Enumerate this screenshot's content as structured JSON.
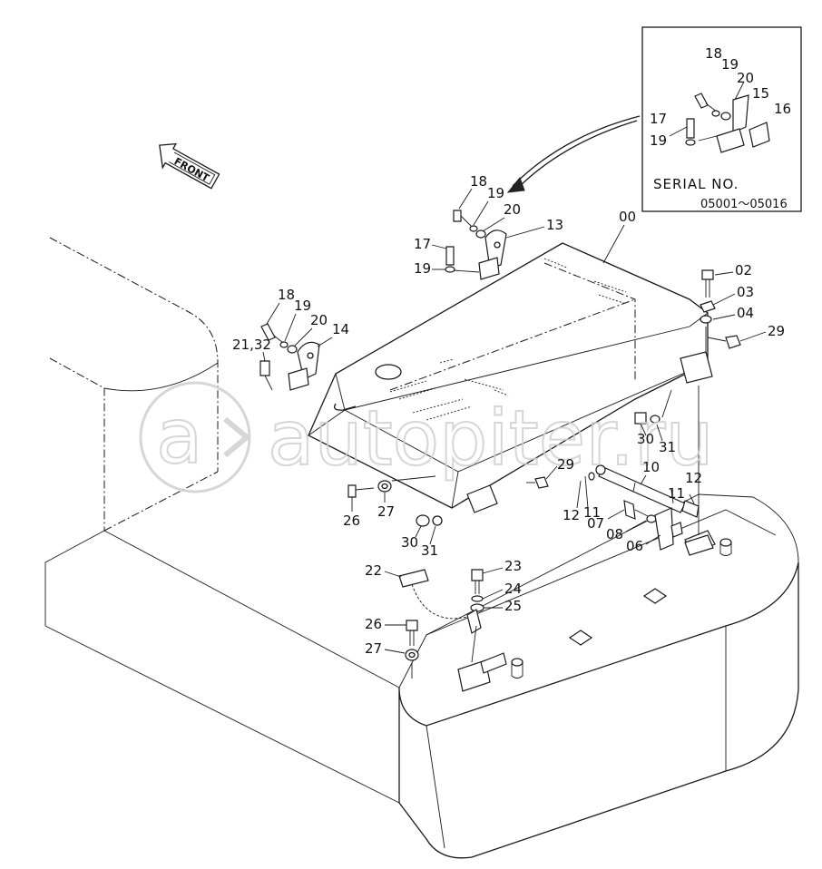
{
  "front_arrow": {
    "label": "FRONT"
  },
  "inset": {
    "serial_label": "SERIAL NO.",
    "serial_range": "05001～05016",
    "labels": [
      "18",
      "19",
      "20",
      "15",
      "16",
      "17",
      "19"
    ]
  },
  "watermark": {
    "text": "autopiter.ru"
  },
  "callouts": {
    "c00": "00",
    "c02": "02",
    "c03": "03",
    "c04": "04",
    "c29a": "29",
    "c13": "13",
    "c18a": "18",
    "c19a": "19",
    "c20a": "20",
    "c17": "17",
    "c19b": "19",
    "c18b": "18",
    "c19c": "19",
    "c20b": "20",
    "c14": "14",
    "c2132": "21,32",
    "c30a": "30",
    "c31a": "31",
    "c29b": "29",
    "c10": "10",
    "c12a": "12",
    "c11a": "11",
    "c11b": "11",
    "c12b": "12",
    "c07": "07",
    "c08": "08",
    "c06": "06",
    "c26a": "26",
    "c27a": "27",
    "c30b": "30",
    "c31b": "31",
    "c22": "22",
    "c23": "23",
    "c24": "24",
    "c25": "25",
    "c26b": "26",
    "c27b": "27"
  }
}
